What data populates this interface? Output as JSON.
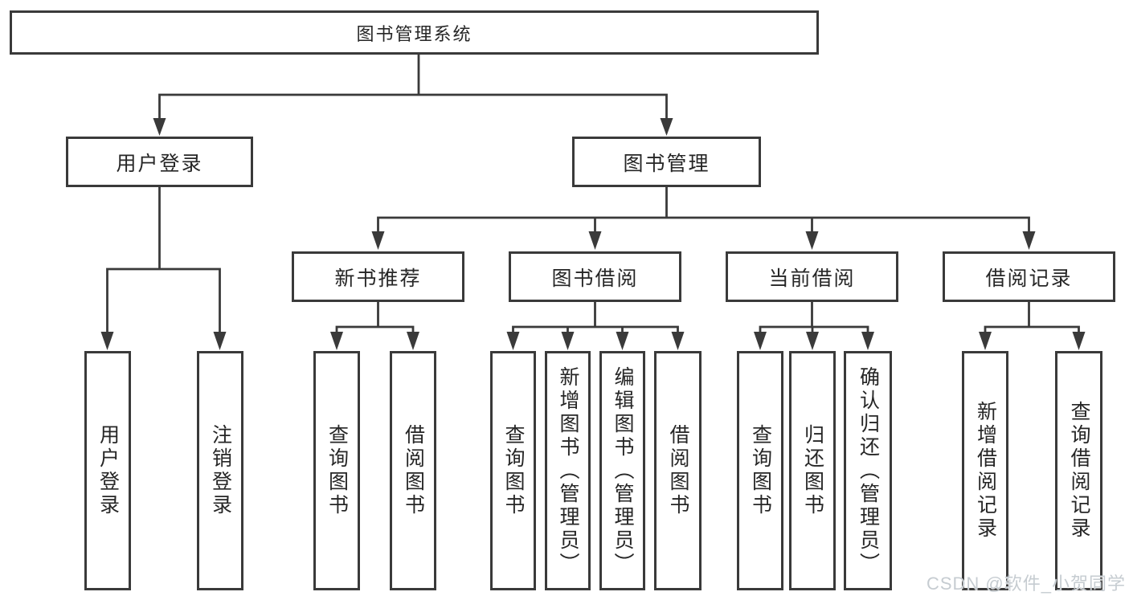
{
  "colors": {
    "line": "#3a3a3a",
    "border": "#3a3a3a",
    "text": "#262626",
    "box_fill": "#ffffff",
    "watermark": "#c6ccd1",
    "background": "#ffffff"
  },
  "watermark": {
    "text": "CSDN @软件_小贺同学"
  },
  "tree": {
    "root": {
      "label": "图书管理系统",
      "children": [
        {
          "label": "用户登录",
          "children": [
            {
              "label": "用户登录"
            },
            {
              "label": "注销登录"
            }
          ]
        },
        {
          "label": "图书管理",
          "children": [
            {
              "label": "新书推荐",
              "children": [
                {
                  "label": "查询图书"
                },
                {
                  "label": "借阅图书"
                }
              ]
            },
            {
              "label": "图书借阅",
              "children": [
                {
                  "label": "查询图书"
                },
                {
                  "label": "新增图书（管理员）"
                },
                {
                  "label": "编辑图书（管理员）"
                },
                {
                  "label": "借阅图书"
                }
              ]
            },
            {
              "label": "当前借阅",
              "children": [
                {
                  "label": "查询图书"
                },
                {
                  "label": "归还图书"
                },
                {
                  "label": "确认归还（管理员）"
                }
              ]
            },
            {
              "label": "借阅记录",
              "children": [
                {
                  "label": "新增借阅记录"
                },
                {
                  "label": "查询借阅记录"
                }
              ]
            }
          ]
        }
      ]
    }
  }
}
